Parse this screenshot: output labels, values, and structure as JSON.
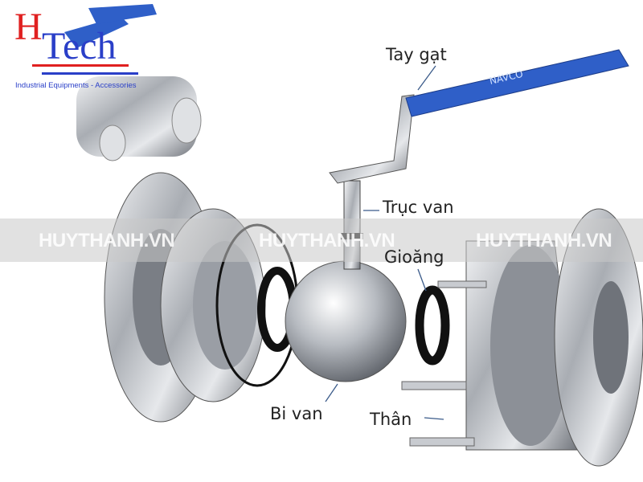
{
  "logo": {
    "letter_h": "H",
    "word_tech": "Tech",
    "tagline": "Industrial Equipments - Accessories",
    "colors": {
      "red": "#e02020",
      "blue": "#2a3fc8"
    }
  },
  "watermark": {
    "text": "HUYTHANH.VN"
  },
  "handle_brand": "NAVCO",
  "labels": {
    "handle": "Tay gạt",
    "stem": "Trục van",
    "gasket": "Gioăng",
    "ball": "Bi van",
    "body": "Thân"
  },
  "colors": {
    "handle": "#2f5fc8",
    "metal": "#b8bcc2",
    "seal": "#1a1a1a"
  }
}
